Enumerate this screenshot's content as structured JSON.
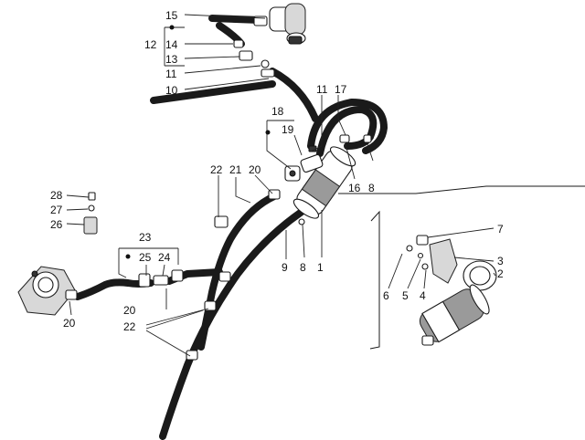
{
  "callouts": {
    "c15": "15",
    "c12": "12",
    "c14": "14",
    "c13": "13",
    "c11a": "11",
    "c10": "10",
    "c11b": "11",
    "c17": "17",
    "c18": "18",
    "c19": "19",
    "c16": "16",
    "c8a": "8",
    "c22a": "22",
    "c21": "21",
    "c20a": "20",
    "c28": "28",
    "c27": "27",
    "c26": "26",
    "c23": "23",
    "c25": "25",
    "c24": "24",
    "c9": "9",
    "c8b": "8",
    "c1": "1",
    "c7": "7",
    "c3": "3",
    "c2": "2",
    "c6": "6",
    "c5": "5",
    "c4": "4",
    "c20b": "20",
    "c20c": "20",
    "c22b": "22"
  }
}
